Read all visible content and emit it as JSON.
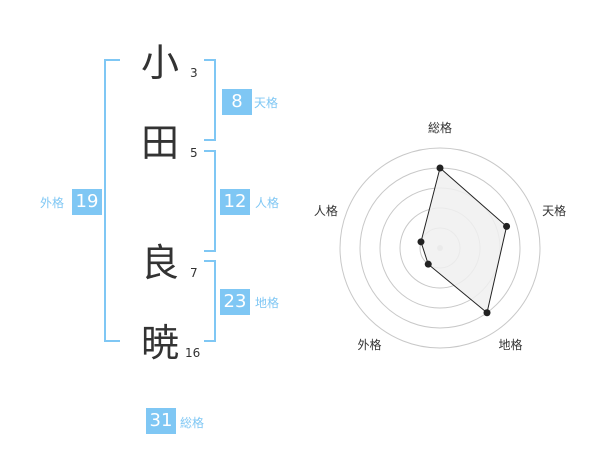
{
  "name": {
    "characters": [
      {
        "char": "小",
        "strokes": "3"
      },
      {
        "char": "田",
        "strokes": "5"
      },
      {
        "char": "良",
        "strokes": "7"
      },
      {
        "char": "暁",
        "strokes": "16"
      }
    ]
  },
  "fortunes": {
    "tenkaku": {
      "label": "天格",
      "value": "8"
    },
    "jinkaku": {
      "label": "人格",
      "value": "12"
    },
    "chikaku": {
      "label": "地格",
      "value": "23"
    },
    "gaikaku": {
      "label": "外格",
      "value": "19"
    },
    "soukaku": {
      "label": "総格",
      "value": "31"
    }
  },
  "chart_data": {
    "type": "radar",
    "axes": [
      "総格",
      "天格",
      "地格",
      "外格",
      "人格"
    ],
    "values": [
      8,
      7,
      8,
      2,
      2
    ],
    "range": [
      0,
      10
    ],
    "rings": 5
  },
  "colors": {
    "accent": "#7fc7f4",
    "text": "#333333",
    "ring": "#c8c8c8",
    "fill": "#f0f0f0",
    "line": "#222222"
  }
}
